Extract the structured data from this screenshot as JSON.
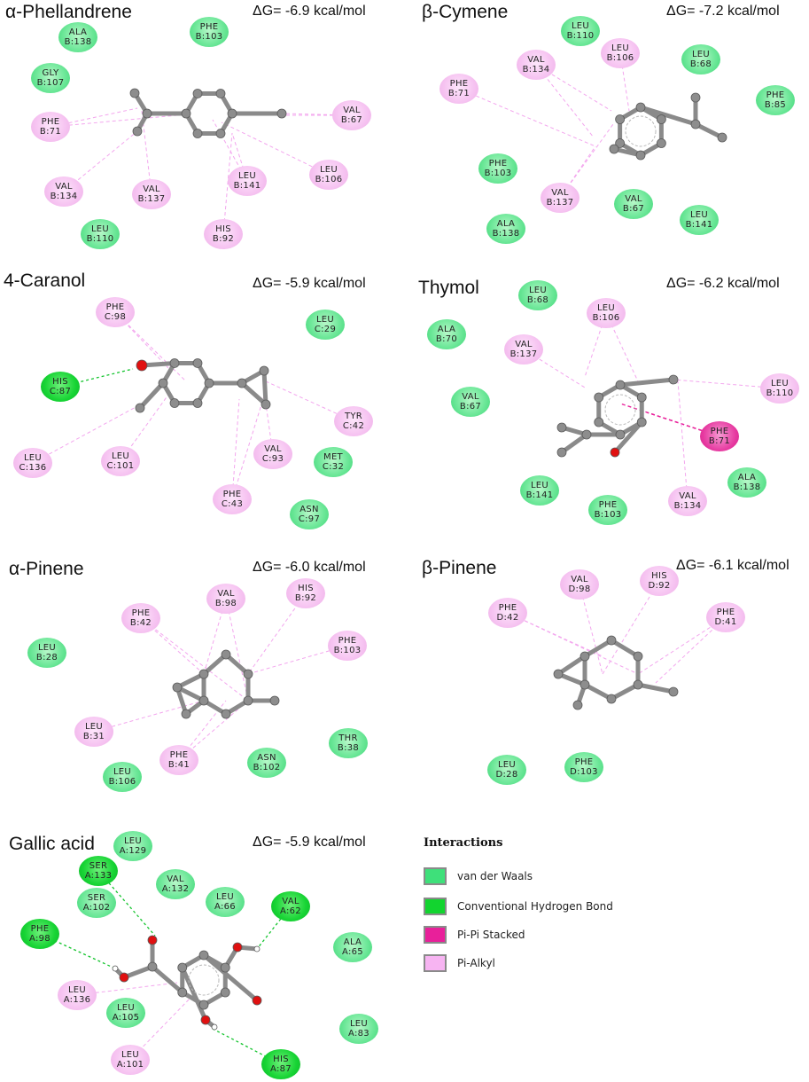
{
  "figure": {
    "panels": [
      {
        "name": "α-Phellandrene",
        "dg": "ΔG= -6.9 kcal/mol",
        "residues": [
          {
            "label": [
              "ALA",
              "B:138"
            ],
            "type": "vdw"
          },
          {
            "label": [
              "PHE",
              "B:103"
            ],
            "type": "vdw"
          },
          {
            "label": [
              "GLY",
              "B:107"
            ],
            "type": "vdw"
          },
          {
            "label": [
              "PHE",
              "B:71"
            ],
            "type": "alkyl"
          },
          {
            "label": [
              "VAL",
              "B:67"
            ],
            "type": "alkyl"
          },
          {
            "label": [
              "VAL",
              "B:134"
            ],
            "type": "alkyl"
          },
          {
            "label": [
              "VAL",
              "B:137"
            ],
            "type": "alkyl"
          },
          {
            "label": [
              "LEU",
              "B:141"
            ],
            "type": "alkyl"
          },
          {
            "label": [
              "LEU",
              "B:106"
            ],
            "type": "alkyl"
          },
          {
            "label": [
              "LEU",
              "B:110"
            ],
            "type": "vdw"
          },
          {
            "label": [
              "HIS",
              "B:92"
            ],
            "type": "alkyl"
          }
        ]
      },
      {
        "name": "β-Cymene",
        "dg": "ΔG= -7.2 kcal/mol",
        "residues": [
          {
            "label": [
              "LEU",
              "B:110"
            ],
            "type": "vdw"
          },
          {
            "label": [
              "LEU",
              "B:106"
            ],
            "type": "alkyl"
          },
          {
            "label": [
              "VAL",
              "B:134"
            ],
            "type": "alkyl"
          },
          {
            "label": [
              "LEU",
              "B:68"
            ],
            "type": "vdw"
          },
          {
            "label": [
              "PHE",
              "B:71"
            ],
            "type": "alkyl"
          },
          {
            "label": [
              "PHE",
              "B:85"
            ],
            "type": "vdw"
          },
          {
            "label": [
              "PHE",
              "B:103"
            ],
            "type": "vdw"
          },
          {
            "label": [
              "VAL",
              "B:137"
            ],
            "type": "alkyl"
          },
          {
            "label": [
              "VAL",
              "B:67"
            ],
            "type": "vdw"
          },
          {
            "label": [
              "ALA",
              "B:138"
            ],
            "type": "vdw"
          },
          {
            "label": [
              "LEU",
              "B:141"
            ],
            "type": "vdw"
          }
        ]
      },
      {
        "name": "4-Caranol",
        "dg": "ΔG= -5.9 kcal/mol",
        "residues": [
          {
            "label": [
              "PHE",
              "C:98"
            ],
            "type": "alkyl"
          },
          {
            "label": [
              "LEU",
              "C:29"
            ],
            "type": "vdw"
          },
          {
            "label": [
              "HIS",
              "C:87"
            ],
            "type": "hb"
          },
          {
            "label": [
              "TYR",
              "C:42"
            ],
            "type": "alkyl"
          },
          {
            "label": [
              "LEU",
              "C:136"
            ],
            "type": "alkyl"
          },
          {
            "label": [
              "LEU",
              "C:101"
            ],
            "type": "alkyl"
          },
          {
            "label": [
              "VAL",
              "C:93"
            ],
            "type": "alkyl"
          },
          {
            "label": [
              "MET",
              "C:32"
            ],
            "type": "vdw"
          },
          {
            "label": [
              "PHE",
              "C:43"
            ],
            "type": "alkyl"
          },
          {
            "label": [
              "ASN",
              "C:97"
            ],
            "type": "vdw"
          }
        ]
      },
      {
        "name": "Thymol",
        "dg": "ΔG= -6.2 kcal/mol",
        "residues": [
          {
            "label": [
              "LEU",
              "B:68"
            ],
            "type": "vdw"
          },
          {
            "label": [
              "ALA",
              "B:70"
            ],
            "type": "vdw"
          },
          {
            "label": [
              "LEU",
              "B:106"
            ],
            "type": "alkyl"
          },
          {
            "label": [
              "VAL",
              "B:137"
            ],
            "type": "alkyl"
          },
          {
            "label": [
              "LEU",
              "B:110"
            ],
            "type": "alkyl"
          },
          {
            "label": [
              "VAL",
              "B:67"
            ],
            "type": "vdw"
          },
          {
            "label": [
              "PHE",
              "B:71"
            ],
            "type": "pipi"
          },
          {
            "label": [
              "ALA",
              "B:138"
            ],
            "type": "vdw"
          },
          {
            "label": [
              "LEU",
              "B:141"
            ],
            "type": "vdw"
          },
          {
            "label": [
              "PHE",
              "B:103"
            ],
            "type": "vdw"
          },
          {
            "label": [
              "VAL",
              "B:134"
            ],
            "type": "alkyl"
          }
        ]
      },
      {
        "name": "α-Pinene",
        "dg": "ΔG= -6.0 kcal/mol",
        "residues": [
          {
            "label": [
              "VAL",
              "B:98"
            ],
            "type": "alkyl"
          },
          {
            "label": [
              "HIS",
              "B:92"
            ],
            "type": "alkyl"
          },
          {
            "label": [
              "PHE",
              "B:42"
            ],
            "type": "alkyl"
          },
          {
            "label": [
              "PHE",
              "B:103"
            ],
            "type": "alkyl"
          },
          {
            "label": [
              "LEU",
              "B:28"
            ],
            "type": "vdw"
          },
          {
            "label": [
              "LEU",
              "B:31"
            ],
            "type": "alkyl"
          },
          {
            "label": [
              "THR",
              "B:38"
            ],
            "type": "vdw"
          },
          {
            "label": [
              "PHE",
              "B:41"
            ],
            "type": "alkyl"
          },
          {
            "label": [
              "ASN",
              "B:102"
            ],
            "type": "vdw"
          },
          {
            "label": [
              "LEU",
              "B:106"
            ],
            "type": "vdw"
          }
        ]
      },
      {
        "name": "β-Pinene",
        "dg": "ΔG= -6.1 kcal/mol",
        "residues": [
          {
            "label": [
              "VAL",
              "D:98"
            ],
            "type": "alkyl"
          },
          {
            "label": [
              "HIS",
              "D:92"
            ],
            "type": "alkyl"
          },
          {
            "label": [
              "PHE",
              "D:42"
            ],
            "type": "alkyl"
          },
          {
            "label": [
              "PHE",
              "D:41"
            ],
            "type": "alkyl"
          },
          {
            "label": [
              "LEU",
              "D:28"
            ],
            "type": "vdw"
          },
          {
            "label": [
              "PHE",
              "D:103"
            ],
            "type": "vdw"
          }
        ]
      },
      {
        "name": "Gallic acid",
        "dg": "ΔG= -5.9 kcal/mol",
        "residues": [
          {
            "label": [
              "LEU",
              "A:129"
            ],
            "type": "vdw"
          },
          {
            "label": [
              "SER",
              "A:133"
            ],
            "type": "hb"
          },
          {
            "label": [
              "VAL",
              "A:132"
            ],
            "type": "vdw"
          },
          {
            "label": [
              "LEU",
              "A:66"
            ],
            "type": "vdw"
          },
          {
            "label": [
              "VAL",
              "A:62"
            ],
            "type": "hb"
          },
          {
            "label": [
              "SER",
              "A:102"
            ],
            "type": "vdw"
          },
          {
            "label": [
              "PHE",
              "A:98"
            ],
            "type": "hb"
          },
          {
            "label": [
              "ALA",
              "A:65"
            ],
            "type": "vdw"
          },
          {
            "label": [
              "LEU",
              "A:136"
            ],
            "type": "alkyl"
          },
          {
            "label": [
              "LEU",
              "A:105"
            ],
            "type": "vdw"
          },
          {
            "label": [
              "LEU",
              "A:83"
            ],
            "type": "vdw"
          },
          {
            "label": [
              "LEU",
              "A:101"
            ],
            "type": "alkyl"
          },
          {
            "label": [
              "HIS",
              "A:87"
            ],
            "type": "hb"
          }
        ]
      }
    ]
  },
  "legend": {
    "title": "Interactions",
    "items": [
      {
        "label": "van der Waals",
        "color": "#3ee07a"
      },
      {
        "label": "Conventional Hydrogen Bond",
        "color": "#12d42f"
      },
      {
        "label": "Pi-Pi Stacked",
        "color": "#e8209a"
      },
      {
        "label": "Pi-Alkyl",
        "color": "#f7b4f2"
      }
    ]
  }
}
